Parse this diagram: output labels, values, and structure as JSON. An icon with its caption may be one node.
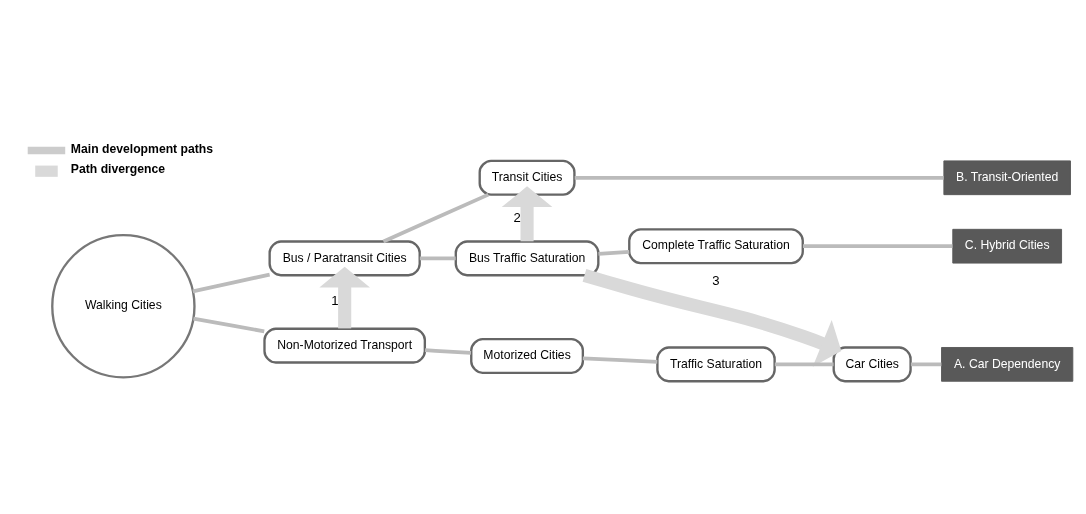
{
  "diagram": {
    "nodes": [
      {
        "text": [
          "Walking Cities"
        ]
      },
      {
        "text": [
          "Bus / Paratransit Cities"
        ]
      },
      {
        "text": [
          "Transit Cities"
        ]
      },
      {
        "text": [
          "Bus Traffic Saturation"
        ]
      },
      {
        "text": [
          "Complete Traffic Saturation"
        ]
      },
      {
        "text": [
          "Non-Motorized Transport"
        ]
      },
      {
        "text": [
          "Motorized Cities"
        ]
      },
      {
        "text": [
          "Traffic Saturation"
        ]
      },
      {
        "text": [
          "Car Cities"
        ]
      },
      {
        "text": [
          "B. Transit-Oriented"
        ]
      },
      {
        "text": [
          "C. Hybrid Cities"
        ]
      },
      {
        "text": [
          "A. Car Dependency"
        ]
      }
    ],
    "edges": [
      {
        "from": 0,
        "to": 1,
        "arrow": "none"
      },
      {
        "from": 1,
        "to": 2,
        "arrow": "none"
      },
      {
        "from": 2,
        "to": 9,
        "arrow": "none"
      },
      {
        "from": 1,
        "to": 3,
        "arrow": "none"
      },
      {
        "from": 3,
        "to": 4,
        "arrow": "none"
      },
      {
        "from": 4,
        "to": 10,
        "arrow": "none"
      },
      {
        "from": 0,
        "to": 5,
        "arrow": "none"
      },
      {
        "from": 5,
        "to": 6,
        "arrow": "none"
      },
      {
        "from": 6,
        "to": 7,
        "arrow": "none"
      },
      {
        "from": 7,
        "to": 8,
        "arrow": "none"
      },
      {
        "from": 8,
        "to": 11,
        "arrow": "none"
      },
      {
        "from": 5,
        "to": 1,
        "arrow": "to",
        "label": "1",
        "style": "thick"
      },
      {
        "from": 3,
        "to": 2,
        "arrow": "to",
        "label": "2",
        "style": "thick"
      },
      {
        "from": 3,
        "to": 8,
        "arrow": "to",
        "label": "3",
        "style": "thick"
      }
    ],
    "legend": [
      {
        "text": "Main development paths"
      },
      {
        "text": "Path divergence"
      }
    ]
  }
}
